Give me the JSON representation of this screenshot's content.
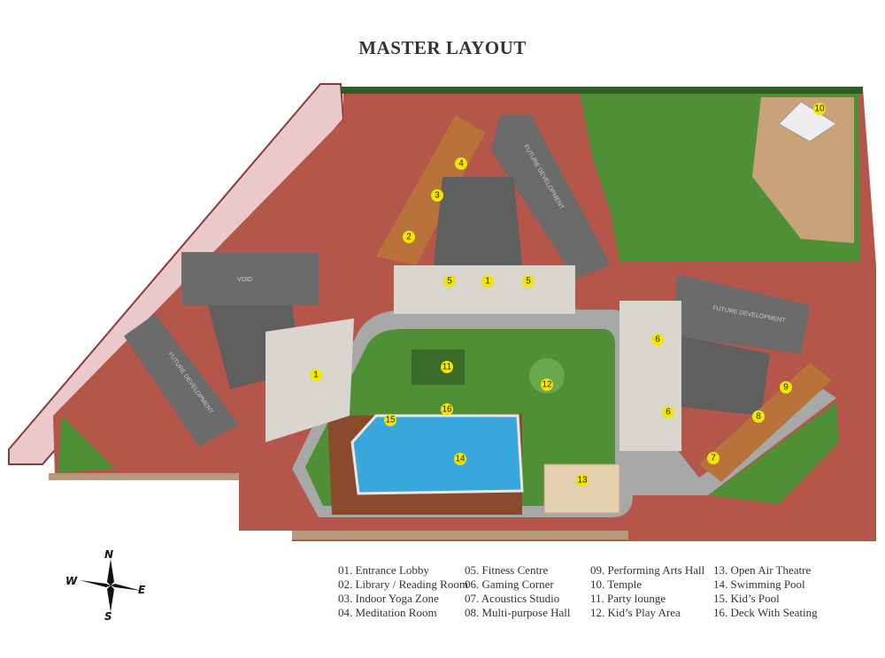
{
  "title": "MASTER LAYOUT",
  "compass": {
    "n": "N",
    "s": "S",
    "e": "E",
    "w": "W"
  },
  "building_labels": {
    "future_a": "FUTURE DEVELOPMENT",
    "future_b": "FUTURE DEVELOPMENT",
    "future_c": "FUTURE DEVELOPMENT",
    "void": "VOID"
  },
  "markers": [
    "4",
    "3",
    "2",
    "1",
    "5",
    "5",
    "1",
    "11",
    "12",
    "10",
    "6",
    "6",
    "9",
    "8",
    "7",
    "15",
    "16",
    "14",
    "13"
  ],
  "legend": {
    "columns": [
      [
        "01. Entrance Lobby",
        "02. Library / Reading Room",
        "03. Indoor Yoga Zone",
        "04. Meditation Room"
      ],
      [
        "05. Fitness Centre",
        "06. Gaming Corner",
        "07. Acoustics Studio",
        "08. Multi-purpose Hall"
      ],
      [
        "09. Performing Arts Hall",
        "10. Temple",
        "11. Party lounge",
        "12. Kid’s Play Area"
      ],
      [
        "13. Open Air Theatre",
        "14. Swimming Pool",
        "15. Kid’s Pool",
        "16. Deck With Seating"
      ]
    ]
  },
  "colors": {
    "paving": "#b5564a",
    "lawn": "#4f8f35",
    "building": "#6b6b6b",
    "pool": "#3aa7dc",
    "marker": "#f2e600",
    "road": "#a7a9a8"
  }
}
